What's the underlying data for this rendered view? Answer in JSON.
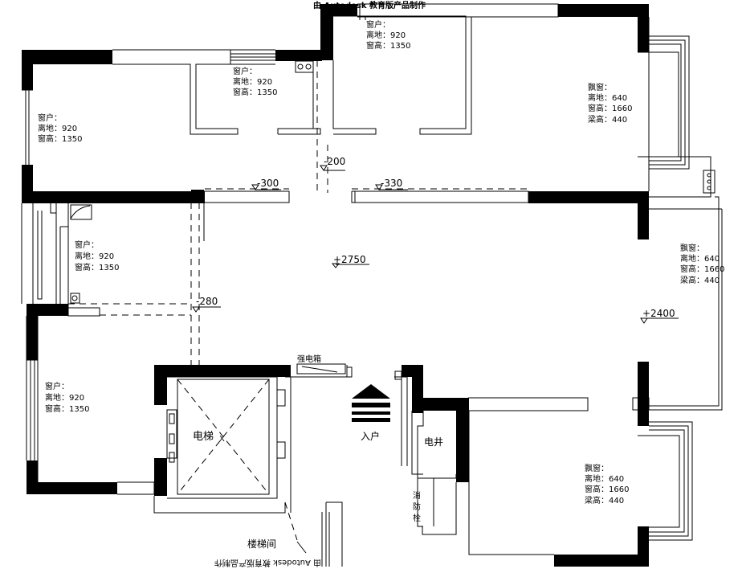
{
  "watermark": {
    "top": "由 Autodesk 教育版产品制作",
    "bottom": "由 Autodesk 教育版产品制作"
  },
  "windows": {
    "w1": [
      "窗户：",
      "离地：920",
      "窗高：1350"
    ],
    "w2": [
      "窗户：",
      "离地：920",
      "窗高：1350"
    ],
    "w3": [
      "窗户：",
      "离地：920",
      "窗高：1350"
    ],
    "w4": [
      "窗户：",
      "离地：920",
      "窗高：1350"
    ],
    "w5": [
      "窗户：",
      "离地：920",
      "窗高：1350"
    ],
    "bay1": [
      "飘窗：",
      "离地：640",
      "窗高：1660",
      "梁高：440"
    ],
    "bay2": [
      "飘窗：",
      "离地：640",
      "窗高：1660",
      "梁高：440"
    ],
    "bay3": [
      "飘窗：",
      "离地：640",
      "窗高：1660",
      "梁高：440"
    ]
  },
  "levels": {
    "l1": "-200",
    "l2": "-300",
    "l3": "-330",
    "l4": "+2750",
    "l5": "-280",
    "l6": "+2400"
  },
  "rooms": {
    "elevator": "电梯",
    "entry": "入户",
    "shaft": "电井",
    "stairs": "楼梯间",
    "panel": "强电箱",
    "fire": [
      "消",
      "防",
      "栓"
    ]
  }
}
